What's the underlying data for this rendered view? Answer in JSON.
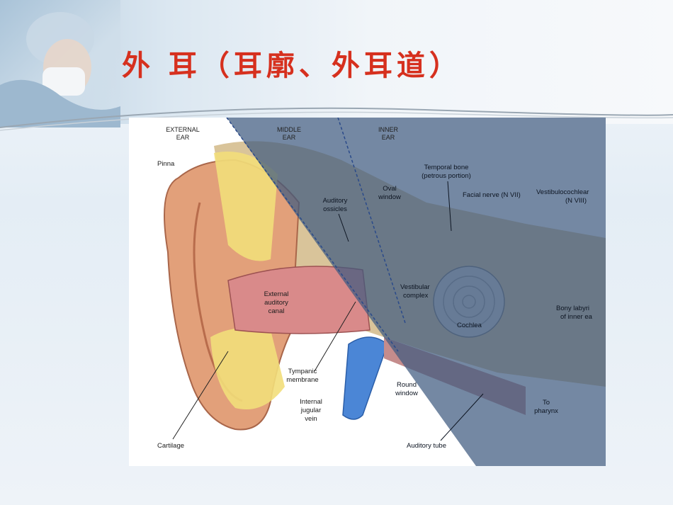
{
  "slide": {
    "title": "外 耳（耳廓、外耳道）"
  },
  "diagram": {
    "sections": {
      "external": [
        "EXTERNAL",
        "EAR"
      ],
      "middle": [
        "MIDDLE",
        "EAR"
      ],
      "inner": [
        "INNER",
        "EAR"
      ]
    },
    "labels": {
      "pinna": "Pinna",
      "external_canal": [
        "External",
        "auditory",
        "canal"
      ],
      "auditory_ossicles": [
        "Auditory",
        "ossicles"
      ],
      "oval_window": [
        "Oval",
        "window"
      ],
      "temporal_bone": [
        "Temporal bone",
        "(petrous portion)"
      ],
      "facial_nerve": "Facial nerve (N VII)",
      "vestibulocochlear": [
        "Vestibulocochlear",
        "(N VIII)"
      ],
      "vestibular_complex": [
        "Vestibular",
        "complex"
      ],
      "bony_labyrinth": [
        "Bony labyri",
        "of inner ea"
      ],
      "cochlea": "Cochlea",
      "tympanic_membrane": [
        "Tympanic",
        "membrane"
      ],
      "round_window": [
        "Round",
        "window"
      ],
      "to_pharynx": [
        "To",
        "pharynx"
      ],
      "internal_jugular": [
        "Internal",
        "jugular",
        "vein"
      ],
      "cartilage": "Cartilage",
      "auditory_tube": "Auditory tube"
    }
  }
}
